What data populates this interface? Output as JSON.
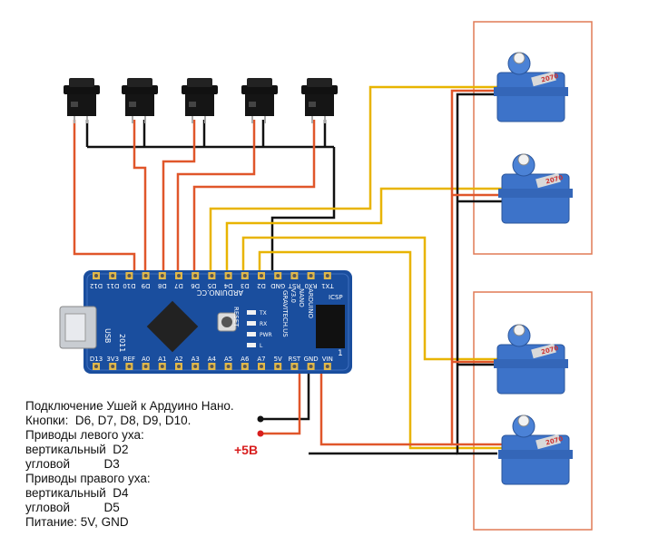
{
  "board": {
    "top_pins": [
      "D12",
      "D11",
      "D10",
      "D9",
      "D8",
      "D7",
      "D6",
      "D5",
      "D4",
      "D3",
      "D2",
      "GND",
      "RST",
      "RX0",
      "TX1"
    ],
    "bottom_pins": [
      "D13",
      "3V3",
      "REF",
      "A0",
      "A1",
      "A2",
      "A3",
      "A4",
      "A5",
      "A6",
      "A7",
      "5V",
      "RST",
      "GND",
      "VIN"
    ],
    "name": "ARDUINO.CC",
    "model_lines": [
      "ARDUINO",
      "NANO",
      "V3.0"
    ],
    "brand": "GRAVITECH.US",
    "usb_label": "USB",
    "year": "2011",
    "reset_label": "RESET",
    "led_labels": [
      "TX",
      "RX",
      "PWR",
      "L"
    ],
    "icsp_label": "ICSP",
    "pin1_label": "1"
  },
  "servos": {
    "label": "2070",
    "count": 4
  },
  "power_label": "+5В",
  "notes": [
    "Подключение Ушей к Ардуино Нано.",
    "Кнопки:  D6, D7, D8, D9, D10.",
    "Приводы левого уха:",
    "вертикальный  D2",
    "угловой          D3",
    "Приводы правого уха:",
    "вертикальный  D4",
    "угловой          D5",
    "Питание: 5V, GND"
  ],
  "colors": {
    "signal_wire": "#e8b400",
    "power_wire": "#e0562a",
    "ground_wire": "#111111",
    "button_wire": "#e0562a",
    "board": "#1a4e9e",
    "servo": "#3d73c9",
    "frame": "#e07a55",
    "power_text": "#d81e1e"
  }
}
